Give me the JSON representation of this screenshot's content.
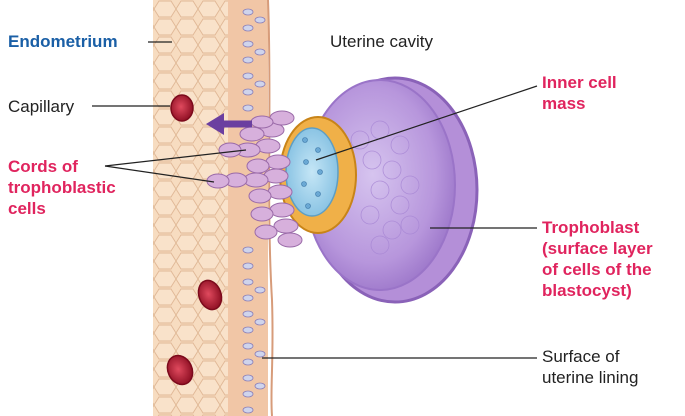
{
  "labels": {
    "endometrium": "Endometrium",
    "uterine_cavity": "Uterine cavity",
    "capillary": "Capillary",
    "cords": "Cords of\ntrophoblastic\ncells",
    "inner_cell_mass": "Inner cell\nmass",
    "trophoblast": "Trophoblast\n(surface layer\nof cells of the\nblastocyst)",
    "surface": "Surface of\nuterine lining"
  },
  "colors": {
    "endometrium_label": "#1a5fa6",
    "highlight_label": "#e0245e",
    "tissue": "#f6d7b8",
    "blastocyst": "#b48fd8",
    "inner_cell_mass": "#9fd0ea",
    "capillary_blood": "#b0142c",
    "arrow": "#6b3fa0"
  }
}
